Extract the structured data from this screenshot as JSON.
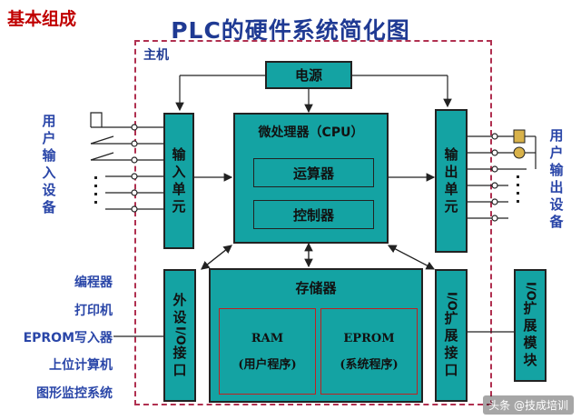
{
  "corner_title": "基本组成",
  "title": "PLC的硬件系统简化图",
  "host_label": "主机",
  "power": "电源",
  "cpu": {
    "label": "微处理器（CPU）",
    "alu": "运算器",
    "controller": "控制器"
  },
  "input_unit": [
    "输",
    "入",
    "单",
    "元"
  ],
  "output_unit": [
    "输",
    "出",
    "单",
    "元"
  ],
  "memory": {
    "label": "存储器",
    "ram_title": "RAM",
    "ram_sub": "(用户程序)",
    "eprom_title": "EPROM",
    "eprom_sub": "(系统程序)"
  },
  "peripheral_if": [
    "外",
    "设",
    "I/O",
    "接",
    "口"
  ],
  "expansion_if": [
    "I/O",
    "扩",
    "展",
    "接",
    "口"
  ],
  "expansion_module": [
    "I/O",
    "扩",
    "展",
    "模",
    "块"
  ],
  "user_input": [
    "用",
    "户",
    "输",
    "入",
    "设",
    "备"
  ],
  "user_output": [
    "用",
    "户",
    "输",
    "出",
    "设",
    "备"
  ],
  "peripherals": [
    "编程器",
    "打印机",
    "EPROM写入器",
    "上位计算机",
    "图形监控系统"
  ],
  "watermark": "头条 @技成培训",
  "colors": {
    "box_fill": "#14a3a3",
    "title": "#1f3a93",
    "corner": "#c00000",
    "border_dashed": "#b03050"
  }
}
